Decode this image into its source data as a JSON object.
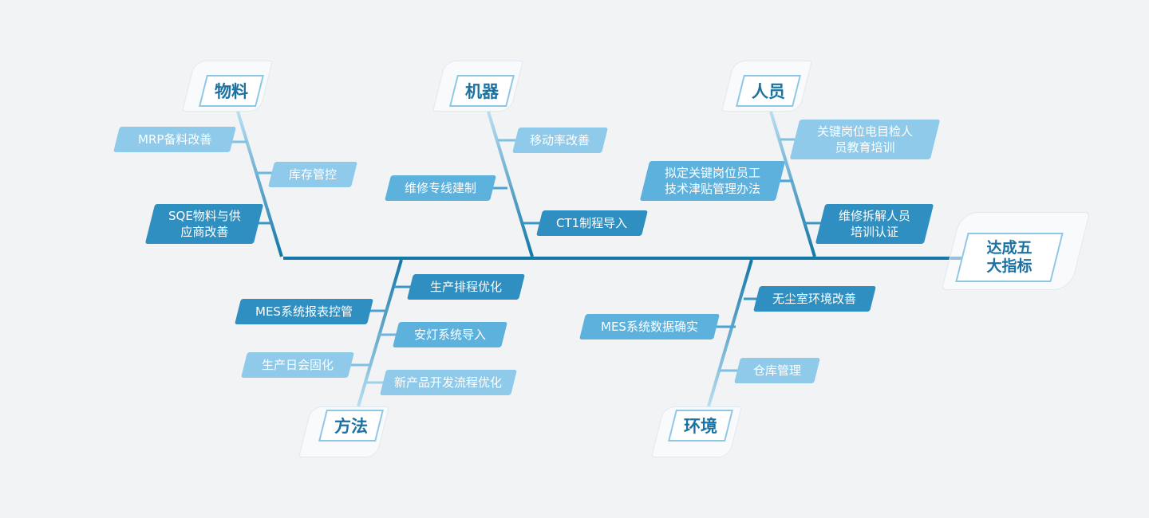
{
  "goal": {
    "line1": "达成五",
    "line2": "大指标"
  },
  "categories": {
    "material": "物料",
    "machine": "机器",
    "people": "人员",
    "method": "方法",
    "environment": "环境"
  },
  "causes": {
    "material": [
      "MRP备料改善",
      "库存管控",
      "SQE物料与供",
      "应商改善"
    ],
    "machine": [
      "移动率改善",
      "维修专线建制",
      "CT1制程导入"
    ],
    "people": [
      "关键岗位电目检人",
      "员教育培训",
      "拟定关键岗位员工",
      "技术津贴管理办法",
      "维修拆解人员",
      "培训认证"
    ],
    "method": [
      "生产排程优化",
      "MES系统报表控管",
      "安灯系统导入",
      "生产日会固化",
      "新产品开发流程优化"
    ],
    "environment": [
      "无尘室环境改善",
      "MES系统数据确实",
      "仓库管理"
    ]
  },
  "colors": {
    "spine": "#1377a8",
    "branch": "#4aa3d2",
    "label_light": "#8fcaea",
    "label_dark": "#2f8fc0",
    "category_text": "#1b72a2"
  }
}
